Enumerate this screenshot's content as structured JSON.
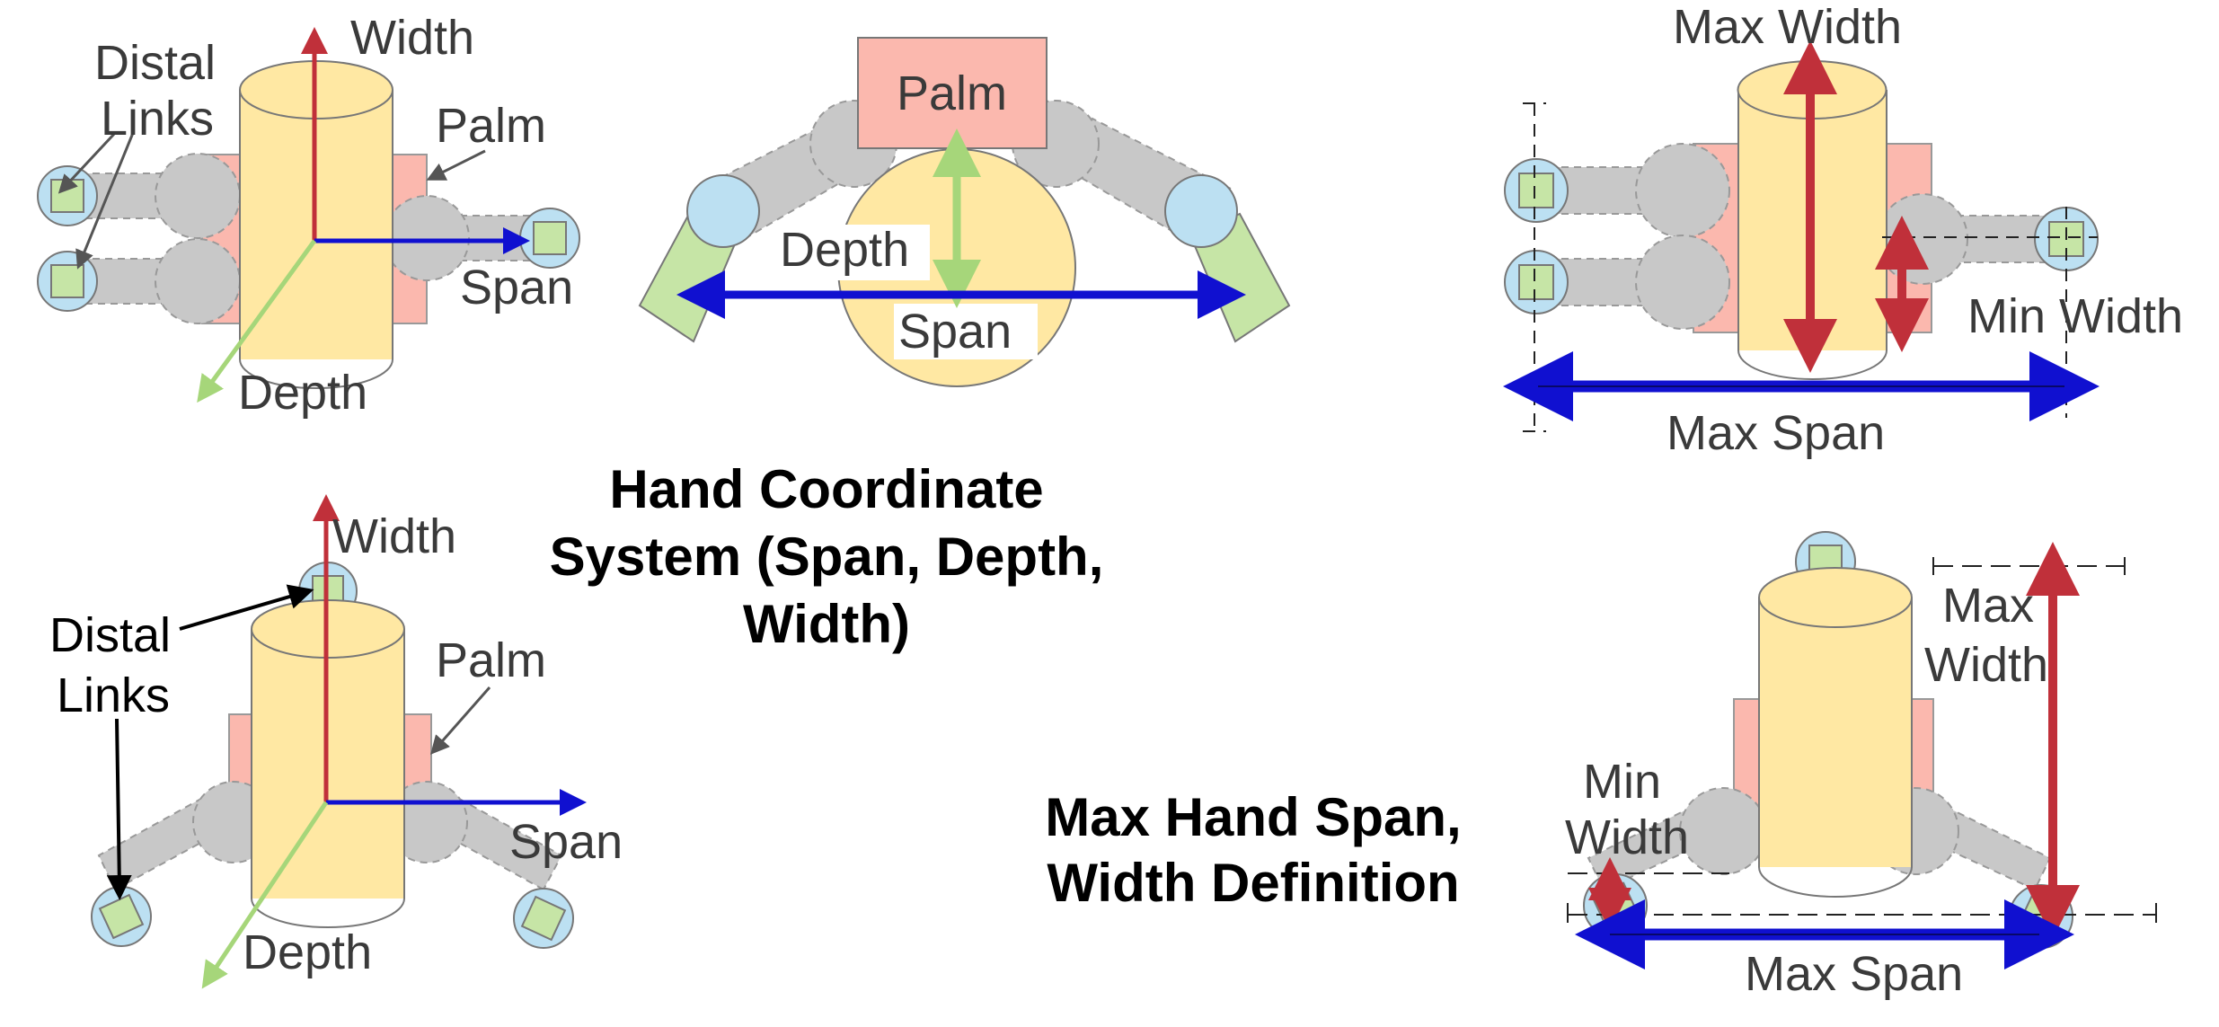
{
  "colors": {
    "cylinder": "#FFE8A3",
    "palm": "#FBB8AE",
    "link": "#C8C8C8",
    "tip_circle": "#BCE0F2",
    "tip_square": "#C6E5A6",
    "width_axis": "#C0303A",
    "span_axis": "#1010D0",
    "depth_axis": "#A6D67A",
    "annotation_arrow": "#555555"
  },
  "icons": [
    "up-arrow-icon",
    "right-arrow-icon",
    "double-arrow-icon"
  ],
  "panel_top_left": {
    "width": "Width",
    "distal_links": [
      "Distal",
      "Links"
    ],
    "palm": "Palm",
    "span": "Span",
    "depth": "Depth"
  },
  "panel_top_center": {
    "palm": "Palm",
    "depth": "Depth",
    "span": "Span"
  },
  "panel_top_right": {
    "max_width": "Max Width",
    "min_width": "Min Width",
    "max_span": "Max Span"
  },
  "panel_bottom_left": {
    "width": "Width",
    "distal_links": [
      "Distal",
      "Links"
    ],
    "palm": "Palm",
    "span": "Span",
    "depth": "Depth"
  },
  "panel_bottom_right": {
    "max_width": [
      "Max",
      "Width"
    ],
    "min_width": [
      "Min",
      "Width"
    ],
    "max_span": "Max Span"
  },
  "titles": {
    "coordinate_system": [
      "Hand Coordinate",
      "System (Span, Depth,",
      "Width)"
    ],
    "max_span_width": [
      "Max Hand Span,",
      "Width Definition"
    ]
  }
}
